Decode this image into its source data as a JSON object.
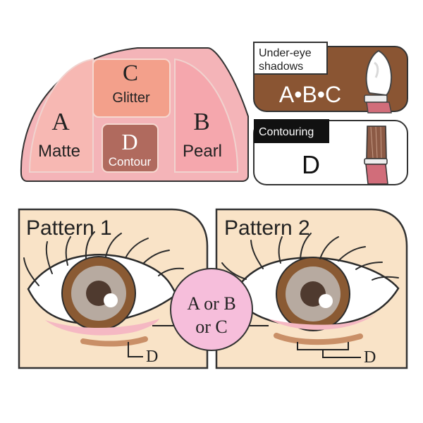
{
  "palette": {
    "title_letter": "A",
    "title_label": "Matte",
    "letter_b": "B",
    "label_b": "Pearl",
    "letter_c": "C",
    "label_c": "Glitter",
    "letter_d": "D",
    "label_d": "Contour"
  },
  "tools": {
    "undereye_title_line1": "Under-eye",
    "undereye_title_line2": "shadows",
    "undereye_value": "A•B•C",
    "contouring_title": "Contouring",
    "contouring_value": "D"
  },
  "patterns": {
    "pattern1_title": "Pattern 1",
    "pattern2_title": "Pattern 2",
    "center_line1": "A or B",
    "center_line2": "or C",
    "pattern1_marker": "D",
    "pattern2_marker": "D"
  },
  "colors": {
    "palette_outer": "#f4b4b8",
    "well_a": "#f7b8b3",
    "well_b": "#f5a7ad",
    "well_c": "#f3a08b",
    "well_d": "#b06a5e",
    "brown_panel": "#8a5533",
    "skin": "#f9e3c7",
    "eye_brown": "#8a5a33",
    "highlight_pink": "#f5b8c3",
    "contour_brown": "#c98f67"
  }
}
